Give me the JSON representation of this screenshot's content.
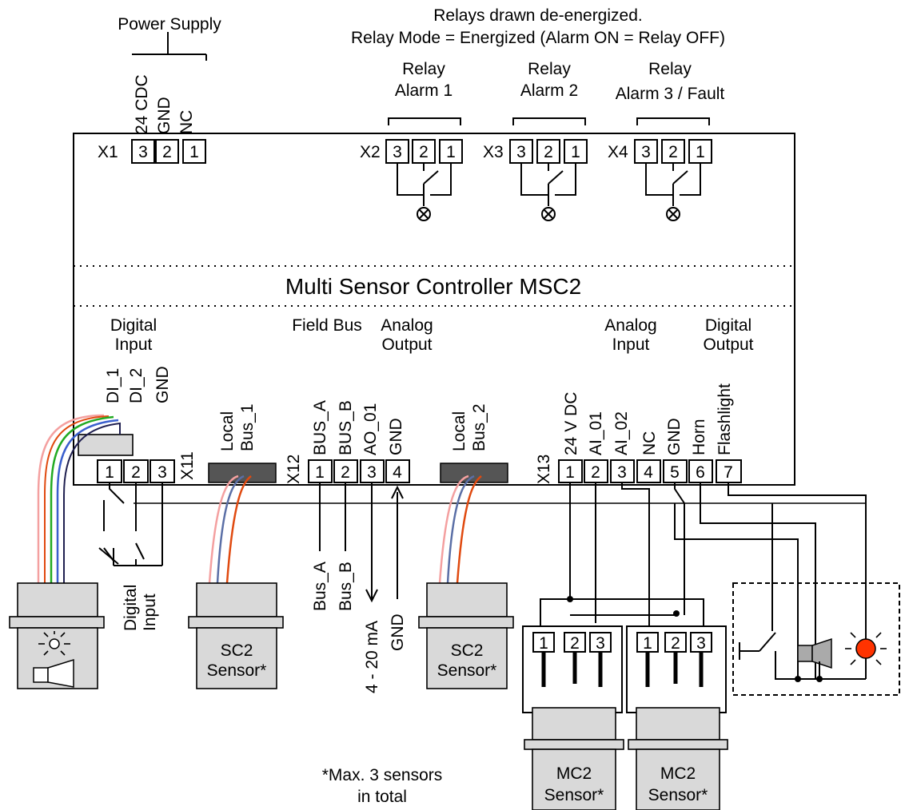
{
  "header": {
    "power_supply": "Power Supply",
    "relays_note_1": "Relays drawn de-energized.",
    "relays_note_2": "Relay Mode = Energized (Alarm ON = Relay OFF)"
  },
  "relays": [
    {
      "line1": "Relay",
      "line2": "Alarm 1"
    },
    {
      "line1": "Relay",
      "line2": "Alarm 2"
    },
    {
      "line1": "Relay",
      "line2": "Alarm 3 / Fault"
    }
  ],
  "power_pins": {
    "p1": "24 CDC",
    "p2": "GND",
    "p3": "NC"
  },
  "connectors": {
    "x1": "X1",
    "x2": "X2",
    "x3": "X3",
    "x4": "X4",
    "x11": "X11",
    "x12": "X12",
    "x13": "X13"
  },
  "pin_numbers": {
    "n1": "1",
    "n2": "2",
    "n3": "3",
    "n4": "4",
    "n5": "5",
    "n6": "6",
    "n7": "7"
  },
  "controller_title": "Multi Sensor Controller MSC2",
  "groups": {
    "digital_input": {
      "l1": "Digital",
      "l2": "Input"
    },
    "field_bus": "Field Bus",
    "analog_output": {
      "l1": "Analog",
      "l2": "Output"
    },
    "analog_input": {
      "l1": "Analog",
      "l2": "Input"
    },
    "digital_output": {
      "l1": "Digital",
      "l2": "Output"
    }
  },
  "pin_labels": {
    "di1": "DI_1",
    "di2": "DI_2",
    "di_gnd": "GND",
    "local": "Local",
    "bus1": "Bus_1",
    "bus2": "Bus_2",
    "bus_a": "BUS_A",
    "bus_b": "BUS_B",
    "ao01": "AO_01",
    "ao_gnd": "GND",
    "v24": "24 V DC",
    "ai01": "AI_01",
    "ai02": "AI_02",
    "nc": "NC",
    "ai_gnd": "GND",
    "horn": "Horn",
    "flash": "Flashlight"
  },
  "lower": {
    "digital_input_1": "Digital",
    "digital_input_2": "Input",
    "bus_a_wire": "Bus_A",
    "bus_b_wire": "Bus_B",
    "ma": "4 - 20 mA",
    "gnd": "GND"
  },
  "sensors": {
    "sc2": "SC2",
    "mc2": "MC2",
    "sensor": "Sensor*"
  },
  "footnote": {
    "l1": "*Max. 3 sensors",
    "l2": "in total"
  },
  "colors": {
    "pink": "#f4a0a0",
    "blue": "#3a5fcd",
    "green": "#22aa22",
    "darkblue": "#202050",
    "orange": "#e04a10",
    "lamp": "#ff3300",
    "gray": "#d9d9d9"
  }
}
